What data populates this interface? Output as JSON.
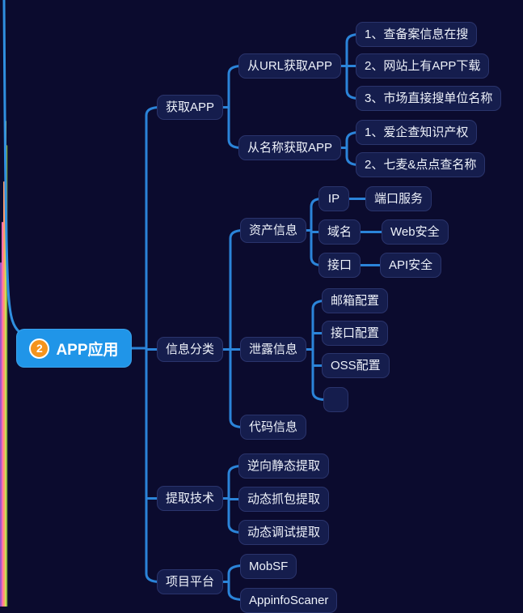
{
  "colors": {
    "background": "#0b0b2e",
    "node_fill": "#151d4d",
    "node_border": "#2a346c",
    "node_text": "#eef2fa",
    "root_fill": "#2095e8",
    "badge_fill": "#f5941e",
    "connector": "#2b84d9",
    "edge_blue": "#2f8fe0",
    "stripe_violet": "#9b59c8",
    "stripe_pink": "#ff6fae",
    "stripe_orange": "#ff9d6b",
    "stripe_green": "#cde05a",
    "stripe_olive": "#7fa337"
  },
  "root": {
    "badge": "2",
    "label": "APP应用"
  },
  "branches": [
    {
      "label": "获取APP",
      "children": [
        {
          "label": "从URL获取APP",
          "children": [
            {
              "label": "1、查备案信息在搜"
            },
            {
              "label": "2、网站上有APP下载"
            },
            {
              "label": "3、市场直接搜单位名称"
            }
          ]
        },
        {
          "label": "从名称获取APP",
          "children": [
            {
              "label": "1、爱企查知识产权"
            },
            {
              "label": "2、七麦&点点查名称"
            }
          ]
        }
      ]
    },
    {
      "label": "信息分类",
      "children": [
        {
          "label": "资产信息",
          "children": [
            {
              "label": "IP",
              "children": [
                {
                  "label": "端口服务"
                }
              ]
            },
            {
              "label": "域名",
              "children": [
                {
                  "label": "Web安全"
                }
              ]
            },
            {
              "label": "接口",
              "children": [
                {
                  "label": "API安全"
                }
              ]
            }
          ]
        },
        {
          "label": "泄露信息",
          "children": [
            {
              "label": "邮箱配置"
            },
            {
              "label": "接口配置"
            },
            {
              "label": "OSS配置"
            },
            {
              "label": ""
            }
          ]
        },
        {
          "label": "代码信息"
        }
      ]
    },
    {
      "label": "提取技术",
      "children": [
        {
          "label": "逆向静态提取"
        },
        {
          "label": "动态抓包提取"
        },
        {
          "label": "动态调试提取"
        }
      ]
    },
    {
      "label": "项目平台",
      "children": [
        {
          "label": "MobSF"
        },
        {
          "label": "AppinfoScaner"
        }
      ]
    }
  ]
}
